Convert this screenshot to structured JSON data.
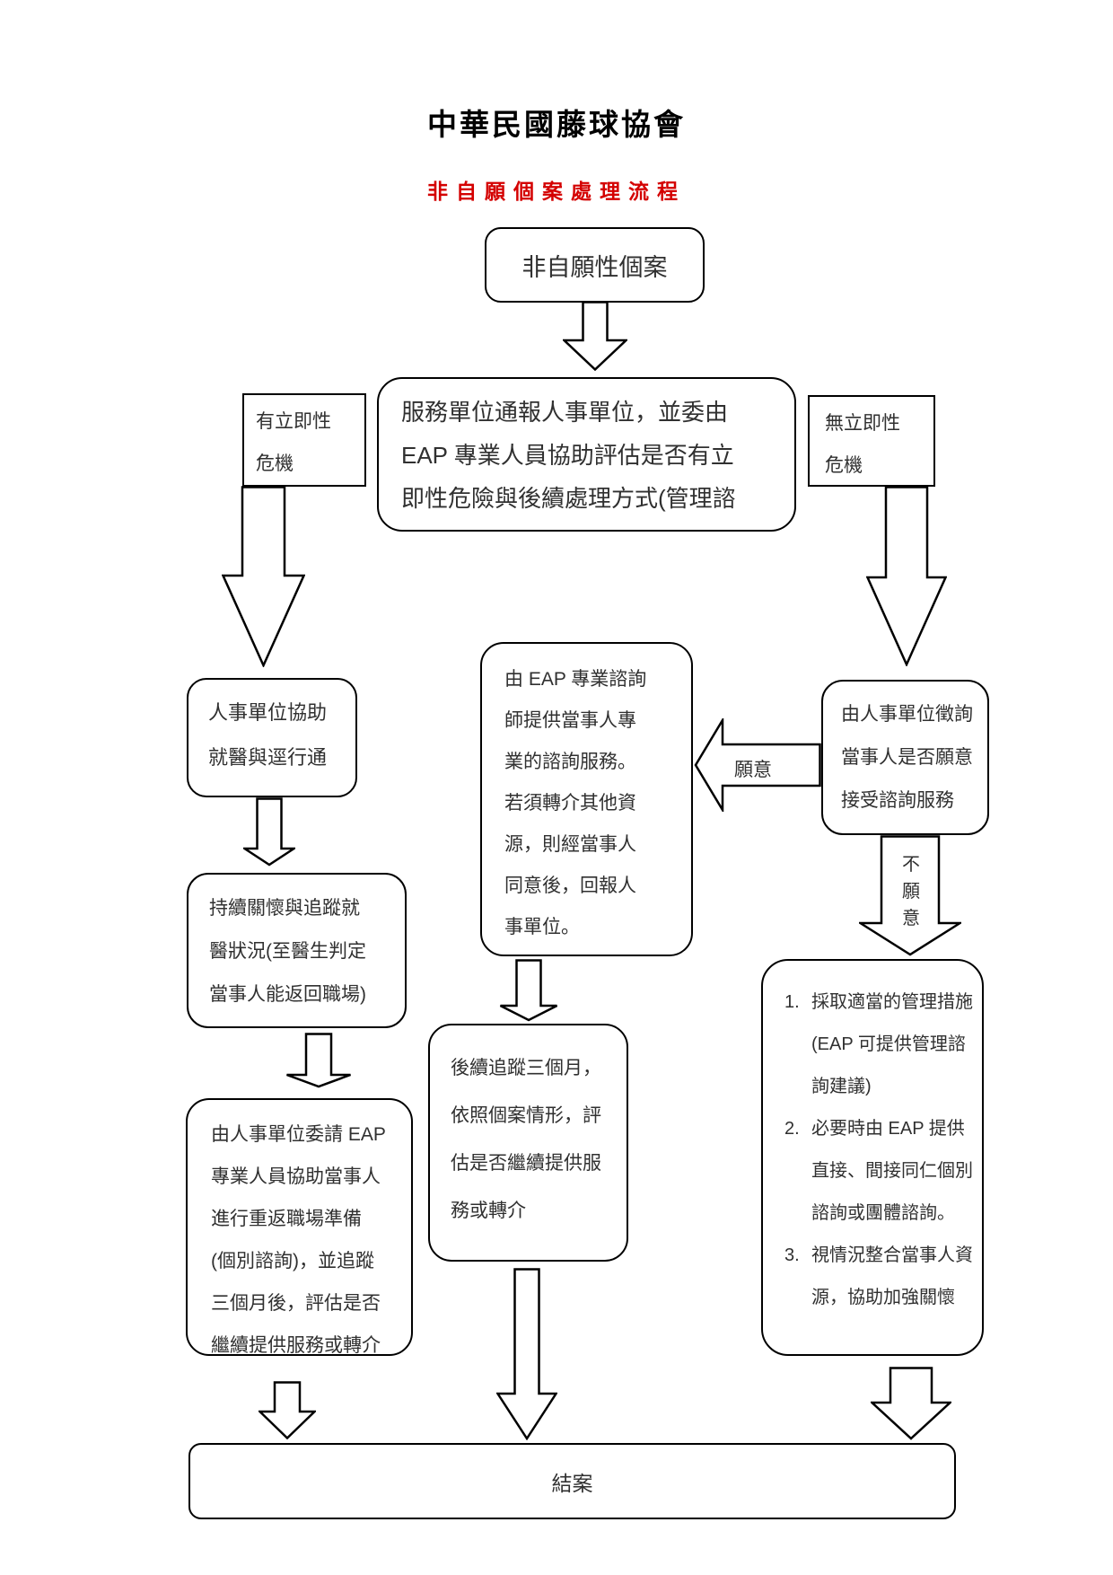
{
  "page": {
    "title": "中華民國藤球協會",
    "subtitle": "非自願個案處理流程"
  },
  "colors": {
    "subtitle_red": "#d40000",
    "line_black": "#000000",
    "body_text": "#303030"
  },
  "flowchart": {
    "start": "非自願性個案",
    "assess": "服務單位通報人事單位，並委由\nEAP 專業人員協助評估是否有立\n即性危險與後續處理方式(管理諮",
    "branch_left_label": "有立即性\n危機",
    "branch_right_label": "無立即性\n危機",
    "left1": "人事單位協助\n就醫與逕行通",
    "left2": "持續關懷與追蹤就\n醫狀況(至醫生判定\n當事人能返回職場)",
    "left3": "由人事單位委請 EAP\n專業人員協助當事人\n進行重返職場準備\n(個別諮詢)，並追蹤\n三個月後，評估是否\n繼續提供服務或轉介",
    "mid1": "由 EAP 專業諮詢\n師提供當事人專\n業的諮詢服務。\n若須轉介其他資\n源，則經當事人\n同意後，回報人\n事單位。",
    "mid2": "後續追蹤三個月，\n依照個案情形，評\n估是否繼續提供服\n務或轉介",
    "right1": "由人事單位徵詢\n當事人是否願意\n接受諮詢服務",
    "willing_label": "願意",
    "unwilling_label": "不\n願\n意",
    "management": {
      "items": [
        {
          "num": "1.",
          "text": "採取適當的管理措施\n(EAP 可提供管理諮\n詢建議)"
        },
        {
          "num": "2.",
          "text": "必要時由 EAP 提供\n直接、間接同仁個別\n諮詢或團體諮詢。"
        },
        {
          "num": "3.",
          "text": "視情況整合當事人資\n源，協助加強關懷"
        }
      ]
    },
    "end": "結案"
  }
}
